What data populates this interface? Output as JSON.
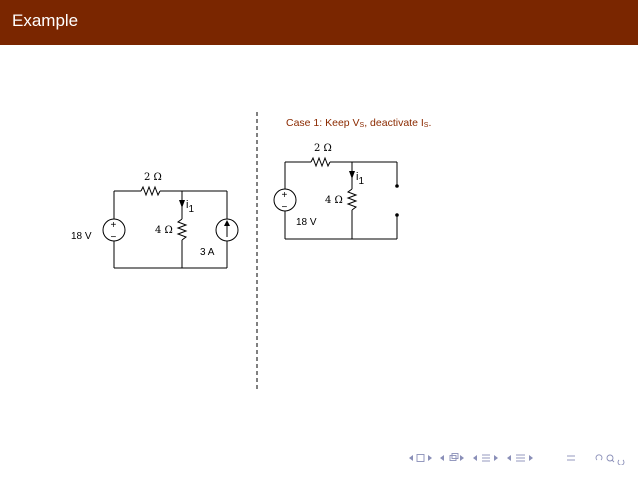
{
  "slide": {
    "title": "Example",
    "accent_color": "#7a2600"
  },
  "case1": {
    "label_prefix": "Case 1: Keep V",
    "label_sub_v": "S",
    "label_middle": ", deactivate I",
    "label_sub_i": "S",
    "label_suffix": "."
  },
  "circuit_left": {
    "resistor_top": "2 Ω",
    "resistor_mid": "4 Ω",
    "voltage_source": "18 V",
    "current_source": "3 A",
    "current_label": "i",
    "current_sub": "1",
    "plus": "+",
    "minus": "−"
  },
  "circuit_right": {
    "resistor_top": "2 Ω",
    "resistor_mid": "4 Ω",
    "voltage_source": "18 V",
    "current_label": "i",
    "current_sub": "1",
    "plus": "+",
    "minus": "−"
  },
  "nav_icons": [
    "nav-slide-icon",
    "nav-frame-icon",
    "nav-section-icon",
    "nav-subsection-icon",
    "nav-align-icon",
    "nav-search-icon"
  ]
}
